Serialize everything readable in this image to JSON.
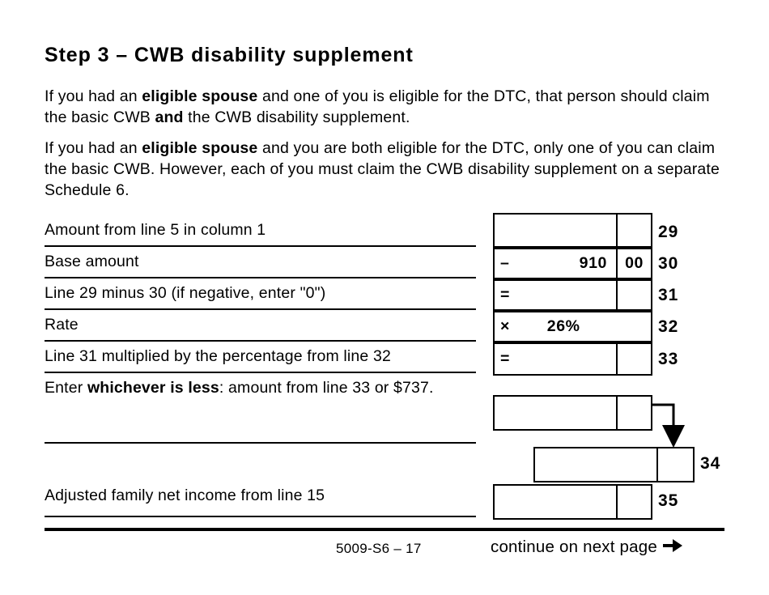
{
  "heading": "Step 3 – CWB disability supplement",
  "paragraphs": [
    {
      "pre": "If you had an ",
      "bold1": "eligible spouse",
      "mid": " and one of you is eligible for the DTC, that person should claim the basic CWB ",
      "bold2": "and",
      "post": " the CWB disability supplement."
    },
    {
      "pre": "If you had an ",
      "bold1": "eligible spouse",
      "mid": " and you are both eligible for the DTC, only one of you can claim the basic CWB. However, each of you must claim the CWB disability supplement on a separate Schedule 6.",
      "bold2": "",
      "post": ""
    }
  ],
  "rows": [
    {
      "line_number": "29",
      "label": "Amount from line 5 in column 1",
      "operator": "",
      "value": "",
      "cents": ""
    },
    {
      "line_number": "30",
      "label": "Base amount",
      "operator": "–",
      "value": "910",
      "cents": "00"
    },
    {
      "line_number": "31",
      "label": "Line 29 minus 30 (if negative, enter \"0\")",
      "operator": "=",
      "value": "",
      "cents": ""
    },
    {
      "line_number": "32",
      "label": "Rate",
      "operator": "×",
      "value": "26%",
      "cents": ""
    },
    {
      "line_number": "33",
      "label": "Line 31 multiplied by the percentage from line 32",
      "operator": "=",
      "value": "",
      "cents": ""
    }
  ],
  "whichever_row": {
    "pre": "Enter ",
    "bold": "whichever is less",
    "post": ": amount from line 33 or $737.",
    "operator": "",
    "value": "",
    "cents": ""
  },
  "row_34": {
    "line_number": "34",
    "value": "",
    "cents": ""
  },
  "row_35": {
    "line_number": "35",
    "label": "Adjusted family net income from line 15",
    "value": "",
    "cents": ""
  },
  "footer": {
    "form_number": "5009-S6 – 17",
    "continue_text": "continue on next page",
    "arrow_icon": "right-arrow-icon"
  },
  "colors": {
    "ink": "#000000",
    "paper": "#ffffff"
  }
}
